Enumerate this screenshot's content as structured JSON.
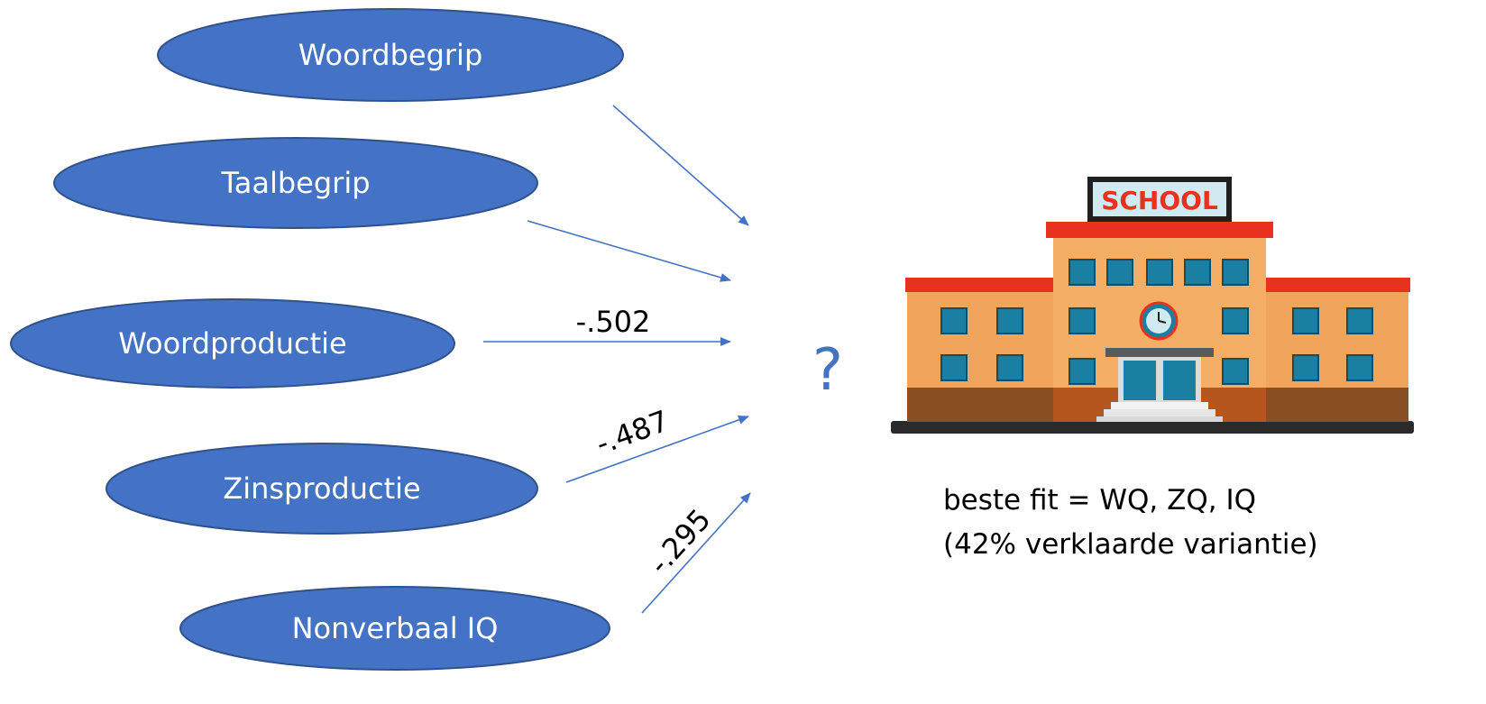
{
  "colors": {
    "node_fill": "#4472c4",
    "node_stroke": "#2f528f",
    "arrow": "#4472c4",
    "question": "#4472c4",
    "school_wall": "#f0a55b",
    "school_roof": "#e8321e",
    "school_window": "#1a7fa3",
    "school_sign_bg": "#cfeaf0",
    "school_sign_text": "#e8321e"
  },
  "predictors": [
    {
      "id": "woordbegrip",
      "label": "Woordbegrip",
      "coefficient": ""
    },
    {
      "id": "taalbegrip",
      "label": "Taalbegrip",
      "coefficient": ""
    },
    {
      "id": "woordproductie",
      "label": "Woordproductie",
      "coefficient": "-.502"
    },
    {
      "id": "zinsproductie",
      "label": "Zinsproductie",
      "coefficient": "-.487"
    },
    {
      "id": "nonverbaal",
      "label": "Nonverbaal IQ",
      "coefficient": "-.295"
    }
  ],
  "outcome": {
    "symbol": "?",
    "icon": "school-icon",
    "sign": "SCHOOL"
  },
  "result": {
    "line1": "beste fit = WQ, ZQ, IQ",
    "line2": "(42% verklaarde variantie)"
  }
}
